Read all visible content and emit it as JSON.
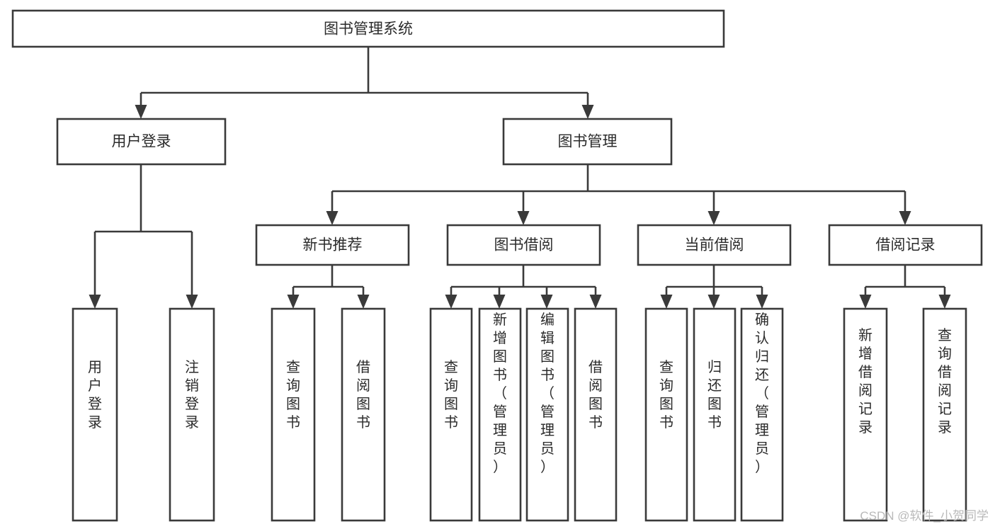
{
  "diagram": {
    "type": "tree-hierarchy-chart",
    "title": "图书管理系统",
    "orientation": "top-down",
    "colors": {
      "box_fill": "#ffffff",
      "box_stroke": "#3a3a3a",
      "text": "#2b2b2b",
      "background": "#ffffff",
      "watermark": "#b9b9b9"
    },
    "root": {
      "label": "图书管理系统"
    },
    "level2": [
      {
        "label": "用户登录"
      },
      {
        "label": "图书管理"
      }
    ],
    "level3": [
      {
        "label": "新书推荐"
      },
      {
        "label": "图书借阅"
      },
      {
        "label": "当前借阅"
      },
      {
        "label": "借阅记录"
      }
    ],
    "leaves": {
      "user_login": [
        {
          "label": "用户登录"
        },
        {
          "label": "注销登录"
        }
      ],
      "new_book_recommend": [
        {
          "label": "查询图书"
        },
        {
          "label": "借阅图书"
        }
      ],
      "book_borrow": [
        {
          "label": "查询图书"
        },
        {
          "label": "新增图书（管理员）"
        },
        {
          "label": "编辑图书（管理员）"
        },
        {
          "label": "借阅图书"
        }
      ],
      "current_borrow": [
        {
          "label": "查询图书"
        },
        {
          "label": "归还图书"
        },
        {
          "label": "确认归还（管理员）"
        }
      ],
      "borrow_record": [
        {
          "label": "新增借阅记录"
        },
        {
          "label": "查询借阅记录"
        }
      ]
    },
    "watermark": "CSDN @软件_小贺同学"
  }
}
